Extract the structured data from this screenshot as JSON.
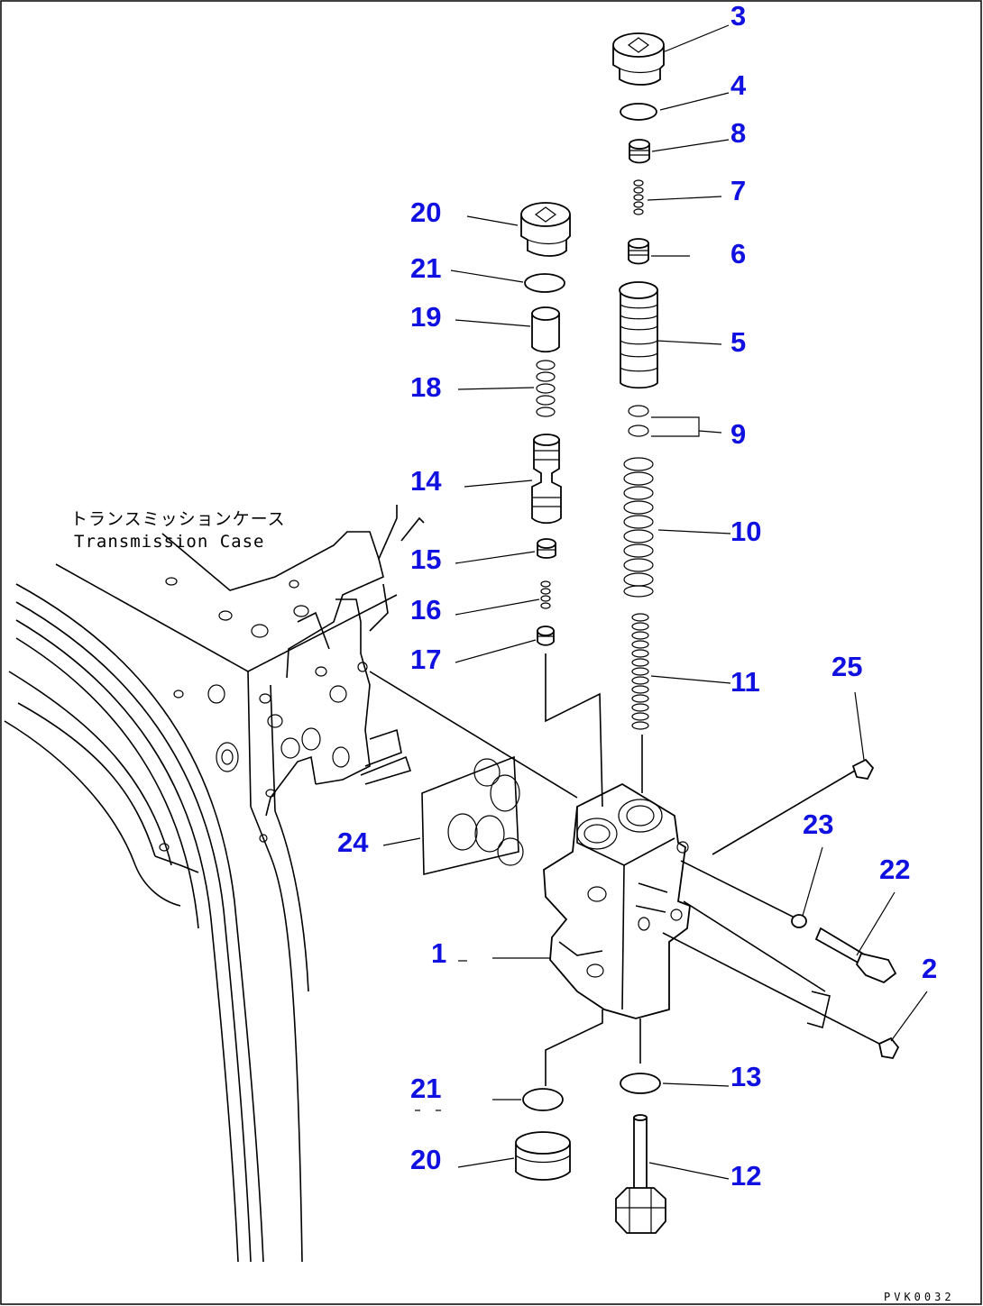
{
  "case_label": {
    "jp": "トランスミッションケース",
    "en": "Transmission Case"
  },
  "footer_code": "PVK0032",
  "callouts": {
    "p1": "1",
    "p2": "2",
    "p3": "3",
    "p4": "4",
    "p5": "5",
    "p6": "6",
    "p7": "7",
    "p8": "8",
    "p9": "9",
    "p10": "10",
    "p11": "11",
    "p12": "12",
    "p13": "13",
    "p14": "14",
    "p15": "15",
    "p16": "16",
    "p17": "17",
    "p18": "18",
    "p19": "19",
    "p20_top": "20",
    "p20_bottom": "20",
    "p21_top": "21",
    "p21_bottom": "21",
    "p22": "22",
    "p23": "23",
    "p24": "24",
    "p25": "25"
  },
  "colors": {
    "callout": "#1010e0",
    "line": "#000000",
    "background": "#ffffff"
  }
}
